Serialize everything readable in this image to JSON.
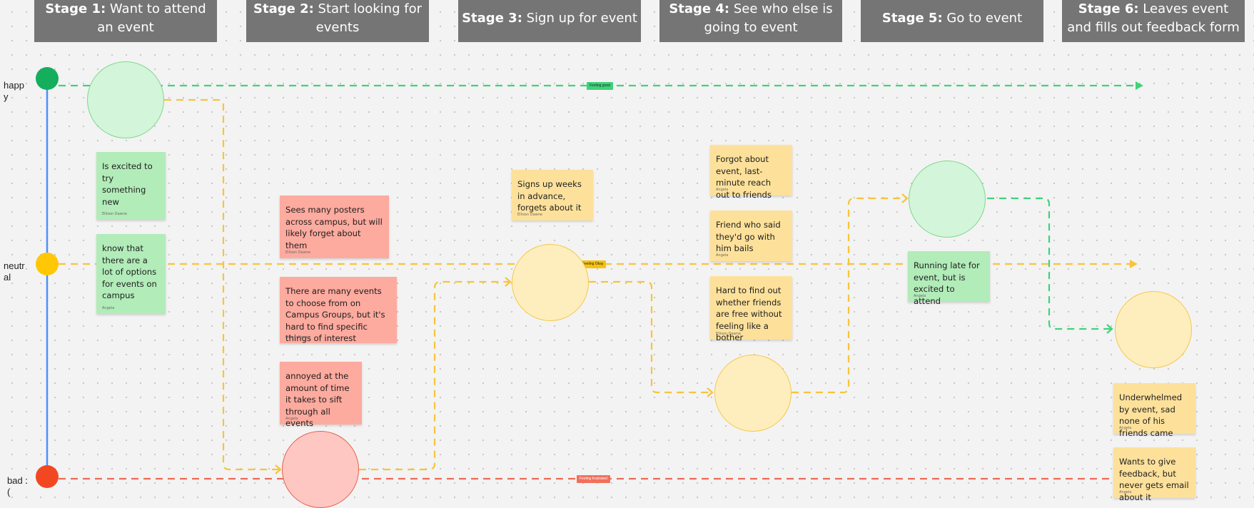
{
  "stages": [
    {
      "number": "Stage 1:",
      "title": "Want to attend an event"
    },
    {
      "number": "Stage 2:",
      "title": "Start looking for events"
    },
    {
      "number": "Stage 3:",
      "title": "Sign up for event"
    },
    {
      "number": "Stage 4:",
      "title": "See who else is going to event"
    },
    {
      "number": "Stage 5:",
      "title": "Go to event"
    },
    {
      "number": "Stage 6:",
      "title": "Leaves event and fills out feedback form"
    }
  ],
  "emotion_lanes": [
    {
      "label": "happy",
      "color": "#14ae5c",
      "tag": "Feeling good",
      "line_color": "#3fd27b"
    },
    {
      "label": "neutral",
      "color": "#ffc705",
      "tag": "Feeling Okay",
      "line_color": "#f7c43a"
    },
    {
      "label": "bad :(",
      "color": "#f24822",
      "tag": "Feeling frustrated",
      "line_color": "#ee6a58"
    }
  ],
  "axis_color": "#4d90fe",
  "stickies": [
    {
      "text": "Is excited to try something new",
      "author": "Ellison Dawne",
      "color": "green"
    },
    {
      "text": "know that there are a lot of options for events on campus",
      "author": "Angela",
      "color": "green"
    },
    {
      "text": "Sees many posters across campus, but will likely forget about them",
      "author": "Ellison Dawne",
      "color": "red"
    },
    {
      "text": "There are many events to choose from on Campus Groups, but it's hard to find specific things of interest",
      "author": "Ellison Dawne",
      "color": "red"
    },
    {
      "text": "annoyed at the amount of time it takes to sift through all events",
      "author": "Angela",
      "color": "red"
    },
    {
      "text": "Signs up weeks in advance, forgets about it",
      "author": "Ellison Dawne",
      "color": "yellow"
    },
    {
      "text": "Forgot about event, last-minute reach out to friends",
      "author": "Angela",
      "color": "yellow"
    },
    {
      "text": "Friend who said they'd go with him bails",
      "author": "Angela",
      "color": "yellow"
    },
    {
      "text": "Hard to find out whether friends are free without feeling like a bother",
      "author": "Ellison Dawne",
      "color": "yellow"
    },
    {
      "text": "Running late for event, but is excited to attend",
      "author": "Angela",
      "color": "green"
    },
    {
      "text": "Underwhelmed by event, sad none of his friends came",
      "author": "Angela",
      "color": "yellow"
    },
    {
      "text": "Wants to give feedback, but never gets email about it",
      "author": "Angela",
      "color": "yellow"
    }
  ],
  "journey_points": [
    {
      "stage": "Stage 1",
      "emotion": "happy"
    },
    {
      "stage": "Stage 2",
      "emotion": "bad"
    },
    {
      "stage": "Stage 3",
      "emotion": "neutral"
    },
    {
      "stage": "Stage 4",
      "emotion": "neutral"
    },
    {
      "stage": "Stage 5",
      "emotion": "happy"
    },
    {
      "stage": "Stage 6",
      "emotion": "neutral"
    }
  ]
}
